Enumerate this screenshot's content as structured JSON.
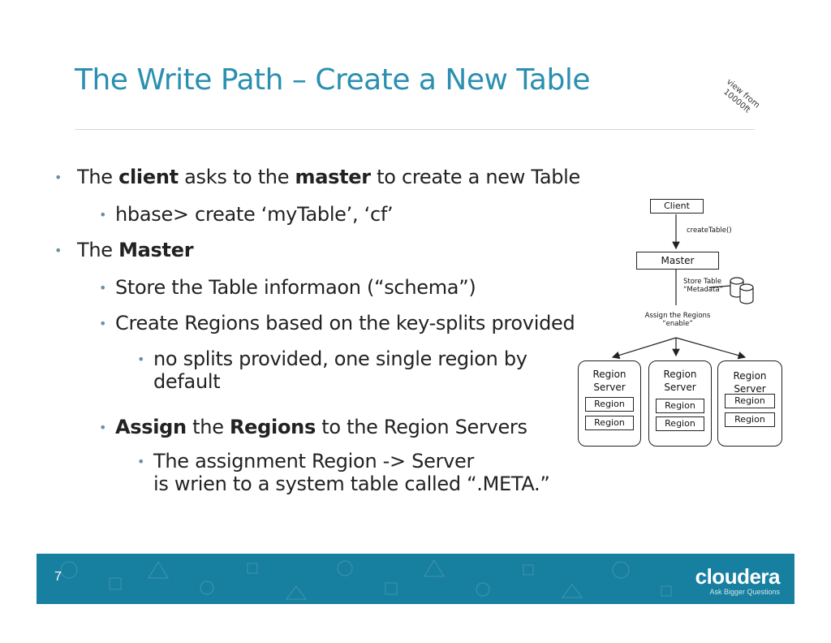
{
  "slide": {
    "title": "The Write Path – Create a New Table",
    "stamp_line1": "view from",
    "stamp_line2": "10000ft"
  },
  "bullets": [
    {
      "pre": "The ",
      "b1": "client",
      "mid": " asks to the ",
      "b2": "master",
      "post": " to create a new Table"
    },
    {
      "text": "hbase> create ‘myTable’, ‘cf’"
    },
    {
      "pre": "The ",
      "b1": "Master"
    },
    {
      "text": "Store the Table informaon (“schema”)"
    },
    {
      "text": "Create Regions based on the key-splits provided"
    },
    {
      "text": "no splits provided, one single region by",
      "cont": "default"
    },
    {
      "b1": "Assign",
      "mid": " the ",
      "b2": "Regions",
      "post": " to the Region Servers"
    },
    {
      "text": "The assignment Region -> Server",
      "cont": "is wrien to a system table called “.META.”"
    }
  ],
  "diagram": {
    "client": "Client",
    "create_table": "createTable()",
    "master": "Master",
    "store_table_1": "Store Table",
    "store_table_2": "“Metadata”",
    "assign_1": "Assign the Regions",
    "assign_2": "“enable”",
    "servers": [
      {
        "line1": "Region",
        "line2": "Server",
        "regions": [
          "Region",
          "Region"
        ]
      },
      {
        "line1": "Region",
        "line2": "Server",
        "regions": [
          "Region",
          "Region"
        ]
      },
      {
        "line1": "Region",
        "line2": "Server",
        "regions": [
          "Region",
          "Region"
        ]
      }
    ]
  },
  "footer": {
    "page_number": "7",
    "brand": "cloudera",
    "tagline": "Ask Bigger Questions",
    "color": "#177f9f"
  }
}
